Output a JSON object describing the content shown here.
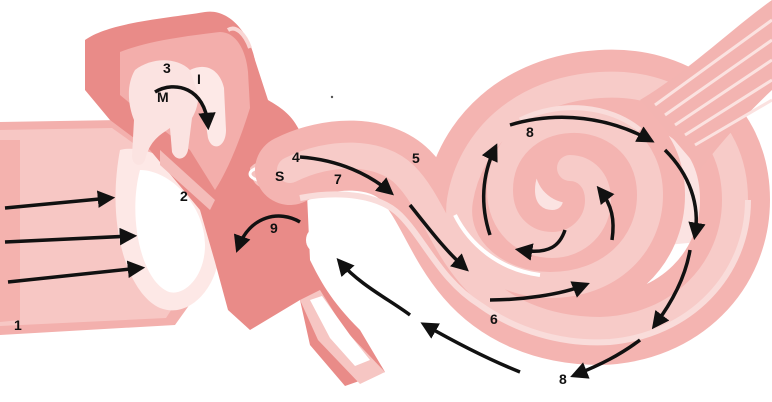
{
  "labels": {
    "n1": "1",
    "n2": "2",
    "n3": "3",
    "n4": "4",
    "n5": "5",
    "n6": "6",
    "n7": "7",
    "n8a": "8",
    "n8b": "8",
    "n9": "9",
    "m": "M",
    "i": "I",
    "s": "S"
  },
  "colors": {
    "tissue": "#f1a3a0",
    "tissue_dark": "#e07f7c",
    "tissue_light": "#f9d6d4",
    "highlight": "#ffffff",
    "arrow": "#111111"
  }
}
